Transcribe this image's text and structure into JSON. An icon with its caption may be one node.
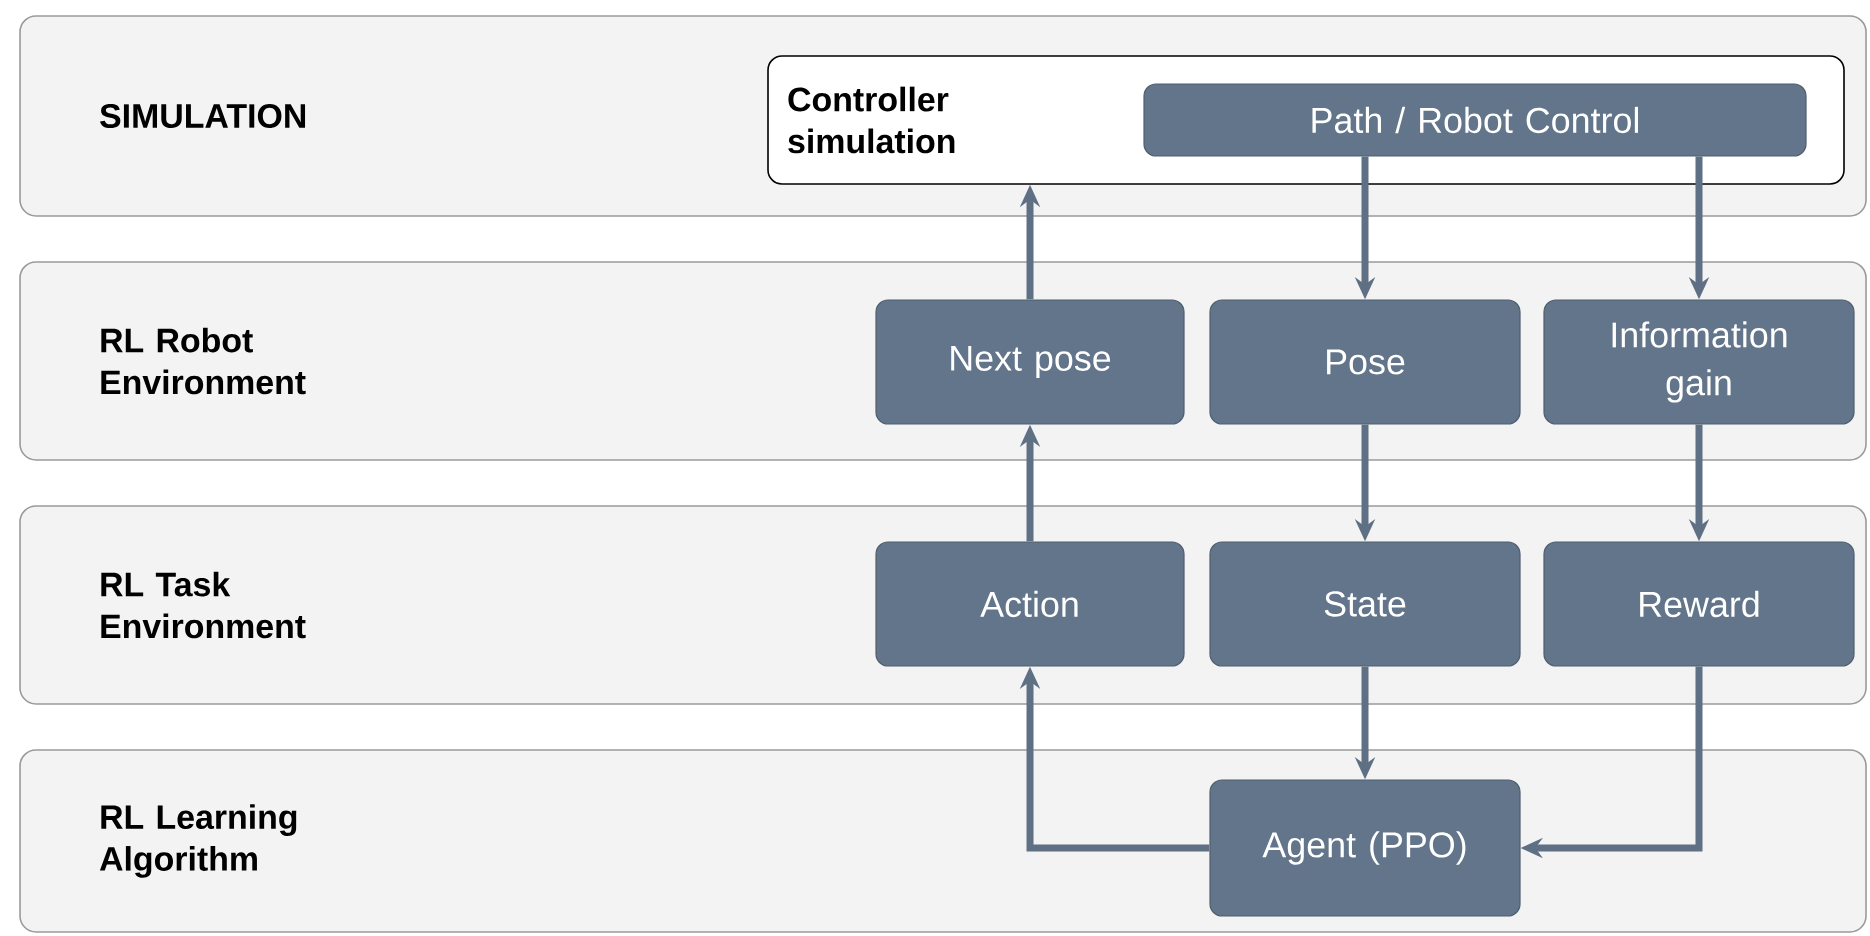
{
  "diagram": {
    "nodes": [
      {
        "text": [
          "SIMULATION"
        ]
      },
      {
        "text": [
          "RL Robot Environment"
        ]
      },
      {
        "text": [
          "RL Task Environment"
        ]
      },
      {
        "text": [
          "RL Learning Algorithm"
        ]
      },
      {
        "text": [
          "Controller simulation"
        ],
        "in": 0
      },
      {
        "text": [
          "Path / Robot Control"
        ],
        "in": 4
      },
      {
        "text": [
          "Next pose"
        ],
        "in": 1
      },
      {
        "text": [
          "Pose"
        ],
        "in": 1
      },
      {
        "text": [
          "Information gain"
        ],
        "in": 1
      },
      {
        "text": [
          "Action"
        ],
        "in": 2
      },
      {
        "text": [
          "State"
        ],
        "in": 2
      },
      {
        "text": [
          "Reward"
        ],
        "in": 2
      },
      {
        "text": [
          "Agent (PPO)"
        ],
        "in": 3
      }
    ],
    "edges": [
      {
        "from": 6,
        "to": 4,
        "arrow": "to"
      },
      {
        "from": 5,
        "to": 7,
        "arrow": "to"
      },
      {
        "from": 5,
        "to": 8,
        "arrow": "to"
      },
      {
        "from": 9,
        "to": 6,
        "arrow": "to"
      },
      {
        "from": 7,
        "to": 10,
        "arrow": "to"
      },
      {
        "from": 8,
        "to": 11,
        "arrow": "to"
      },
      {
        "from": 10,
        "to": 12,
        "arrow": "to"
      },
      {
        "from": 12,
        "to": 9,
        "arrow": "to"
      },
      {
        "from": 11,
        "to": 12,
        "arrow": "to"
      }
    ]
  }
}
